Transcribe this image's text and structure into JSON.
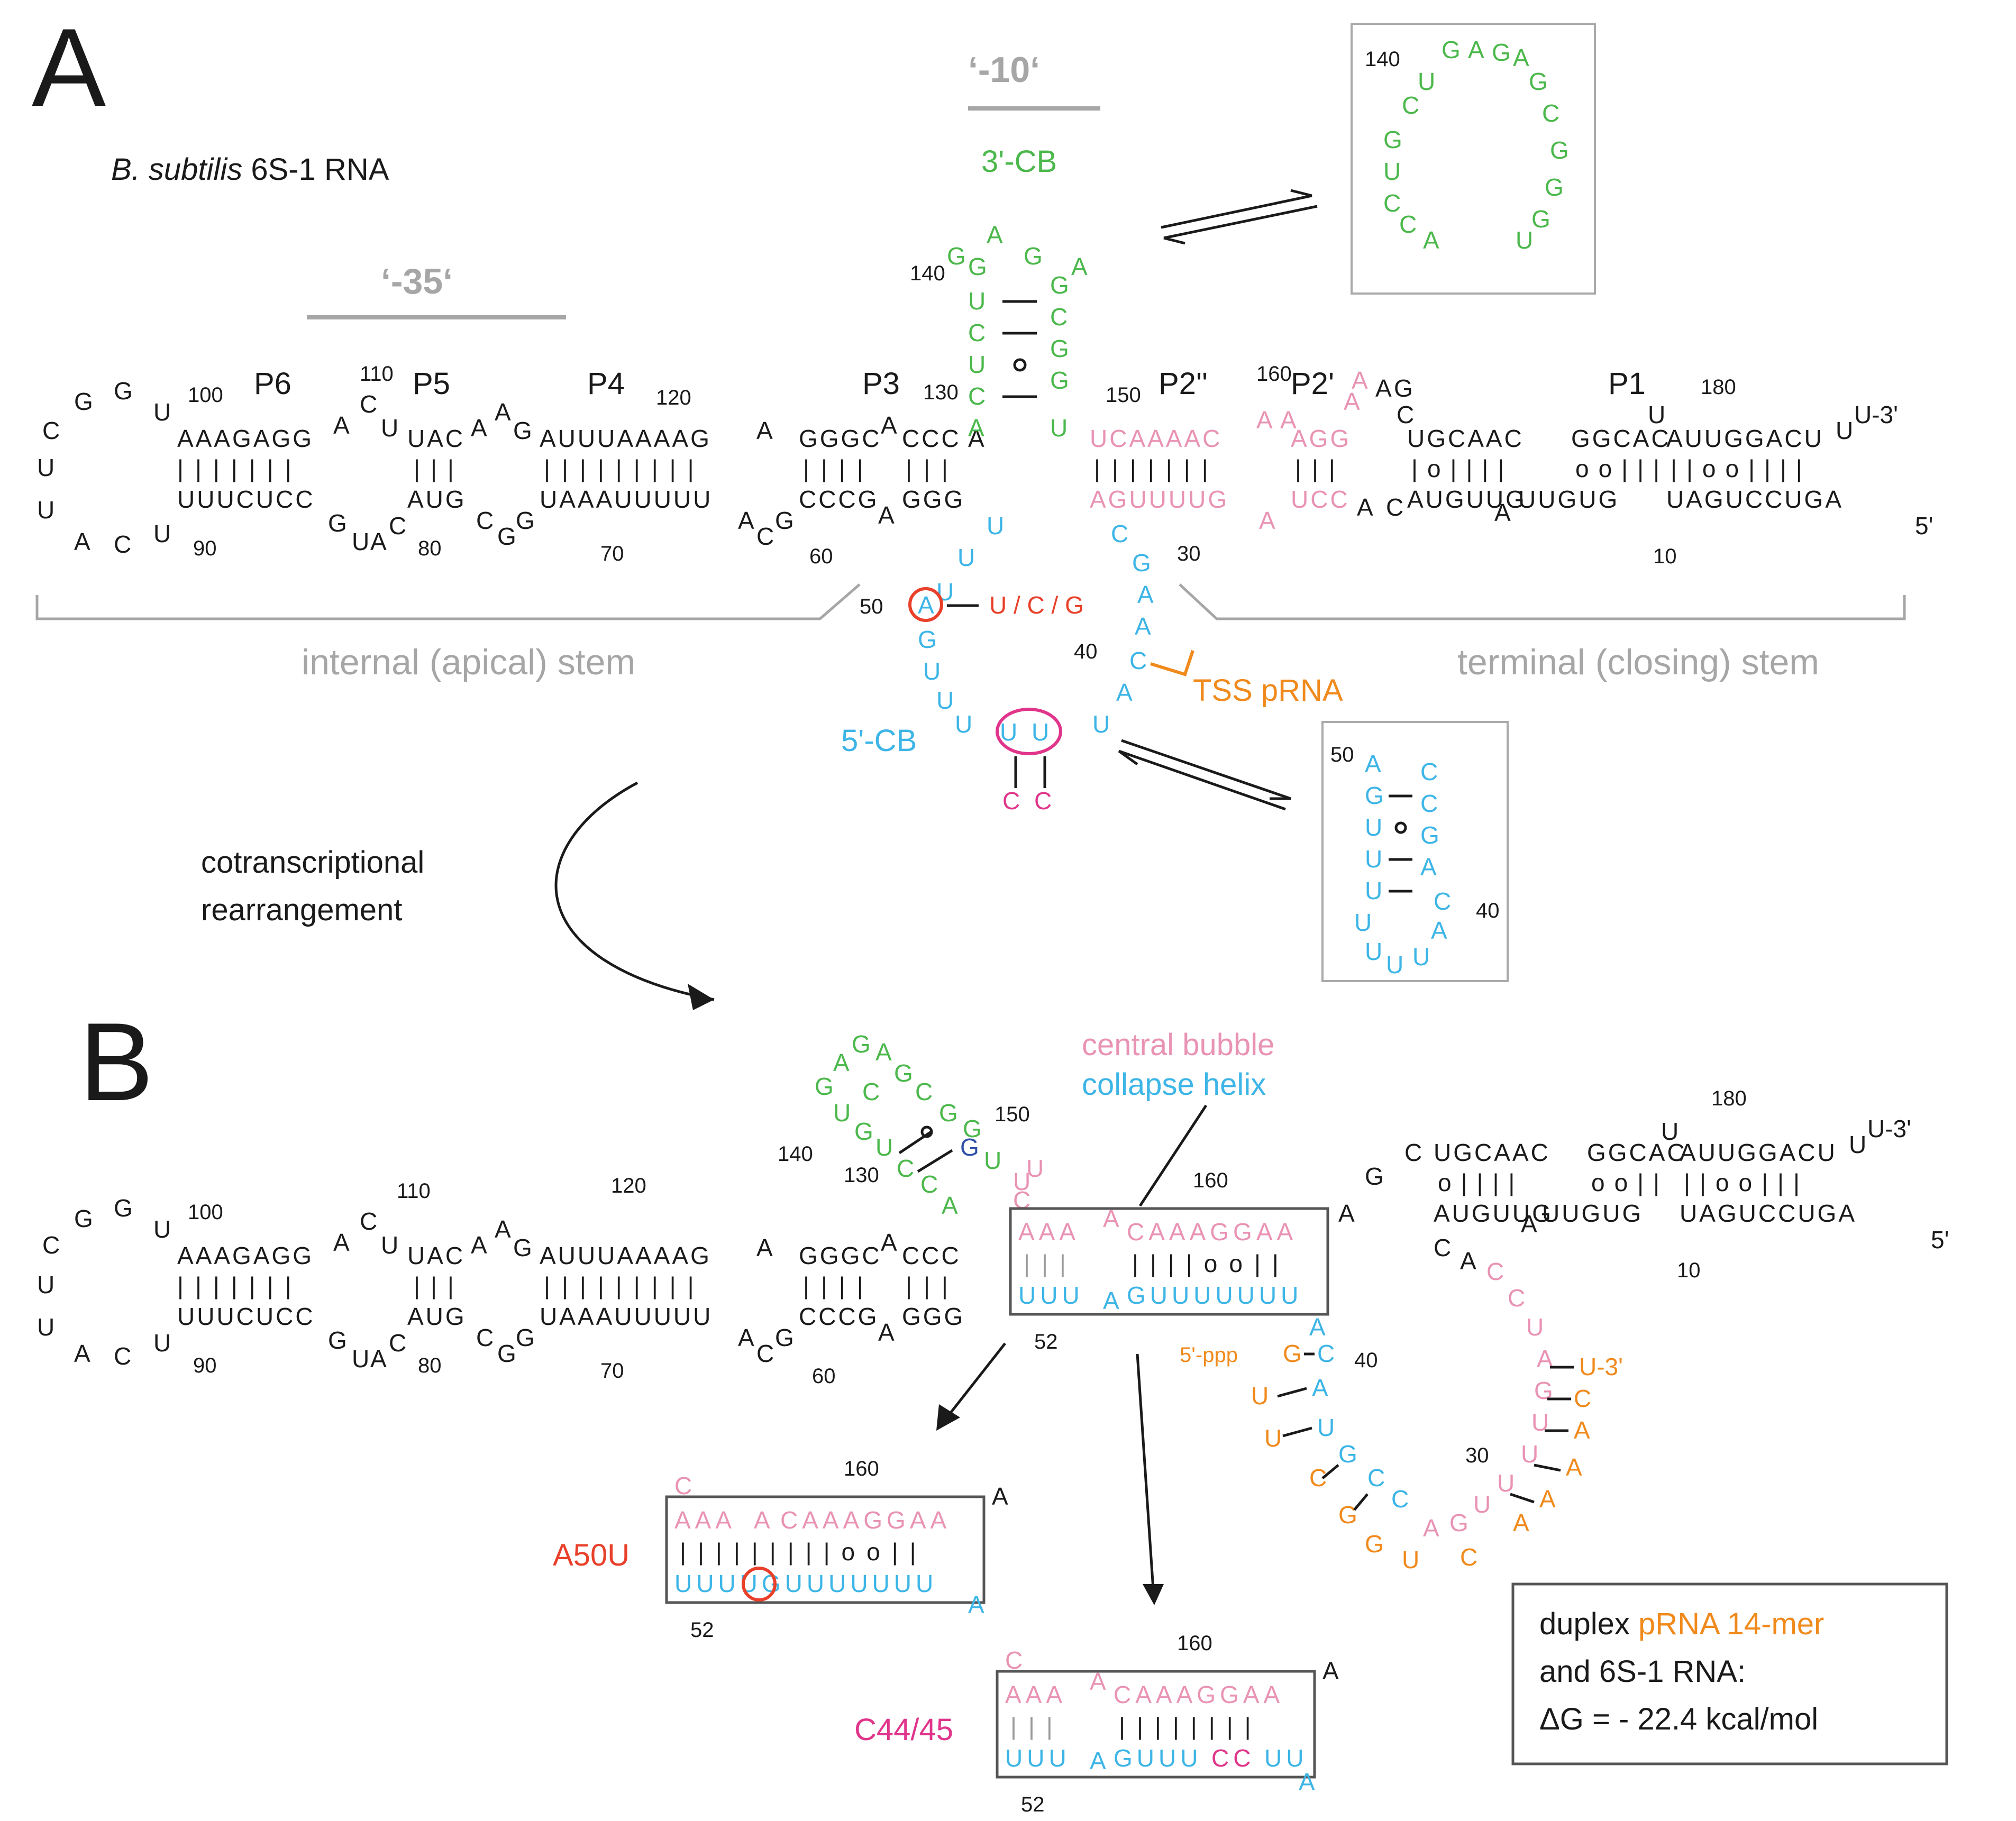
{
  "panels": {
    "a": "A",
    "b": "B"
  },
  "title_italic": "B. subtilis",
  "title_rest": " 6S-1 RNA",
  "promoter": {
    "m35": "‘-35‘",
    "m10": "‘-10‘"
  },
  "domains": {
    "cb3": "3'-CB",
    "cb5": "5'-CB",
    "tss": "TSS pRNA"
  },
  "helices": {
    "p6": "P6",
    "p5": "P5",
    "p4": "P4",
    "p3": "P3",
    "p2pp": "P2''",
    "p2p": "P2'",
    "p1": "P1"
  },
  "stems": {
    "internal": "internal (apical) stem",
    "terminal": "terminal (closing) stem"
  },
  "rearrangement": {
    "line1": "cotranscriptional",
    "line2": "rearrangement"
  },
  "bubble": {
    "central": "central bubble",
    "collapse": "collapse helix"
  },
  "mutations": {
    "a50_sub": "U / C / G",
    "a50u": "A50U",
    "c4445": "C44/45"
  },
  "duplex_box": {
    "line1a": "duplex ",
    "line1b": "pRNA 14-mer",
    "line2": "and 6S-1 RNA:",
    "line3": "ΔG = - 22.4 kcal/mol"
  },
  "seq": {
    "p6_top": "AAAGAGG",
    "p6_bot": "UUUCUCC",
    "p5_top": "UAC",
    "p5_bot": "AUG",
    "p4_top": "AUUUAAAAG",
    "p4_bot": "UAAAUUUUU",
    "p3_top": "GGGC",
    "p3_top2": "CCC",
    "p3_bot": "CCCG",
    "p3_bot2": "GGG",
    "p2_top": "UCAAAAC",
    "p2_bot": "AGUUUUG",
    "p2p_top": "AGG",
    "p2p_bot": "UCC",
    "p1_top1": "UGCAAC",
    "p1_top2": "GGCAC",
    "p1_top3": "AUUGGACU",
    "p1_bot1": "AUGUUG",
    "p1_bot2": "UUGUG",
    "p1_bot3": "UAGUCCUGA",
    "cb3_left": [
      "G",
      "U",
      "C",
      "U",
      "C"
    ],
    "cb3_right": [
      "G",
      "C",
      "G",
      "G",
      "U"
    ],
    "bubble_top_a": "AAA",
    "bubble_top_b": "CAAAGGAA",
    "bubble_bot_a": "UUU",
    "bubble_bot_b": "GUUUUUUU",
    "a50u_bot": "UUUUGUUUUUUU",
    "c4445_bot_a": "UUU",
    "c4445_bot_b": "GUUU",
    "c4445_bot_c": "CC",
    "c4445_bot_d": "UU",
    "prna_5p": "5'-ppp",
    "three_prime": "U-3'",
    "five_prime": "5'"
  },
  "numbers": {
    "n100": "100",
    "n110": "110",
    "n120": "120",
    "n130": "130",
    "n140": "140",
    "n150": "150",
    "n160": "160",
    "n180": "180",
    "n90": "90",
    "n80": "80",
    "n70": "70",
    "n60": "60",
    "n50": "50",
    "n40": "40",
    "n30": "30",
    "n10": "10",
    "n52": "52"
  }
}
